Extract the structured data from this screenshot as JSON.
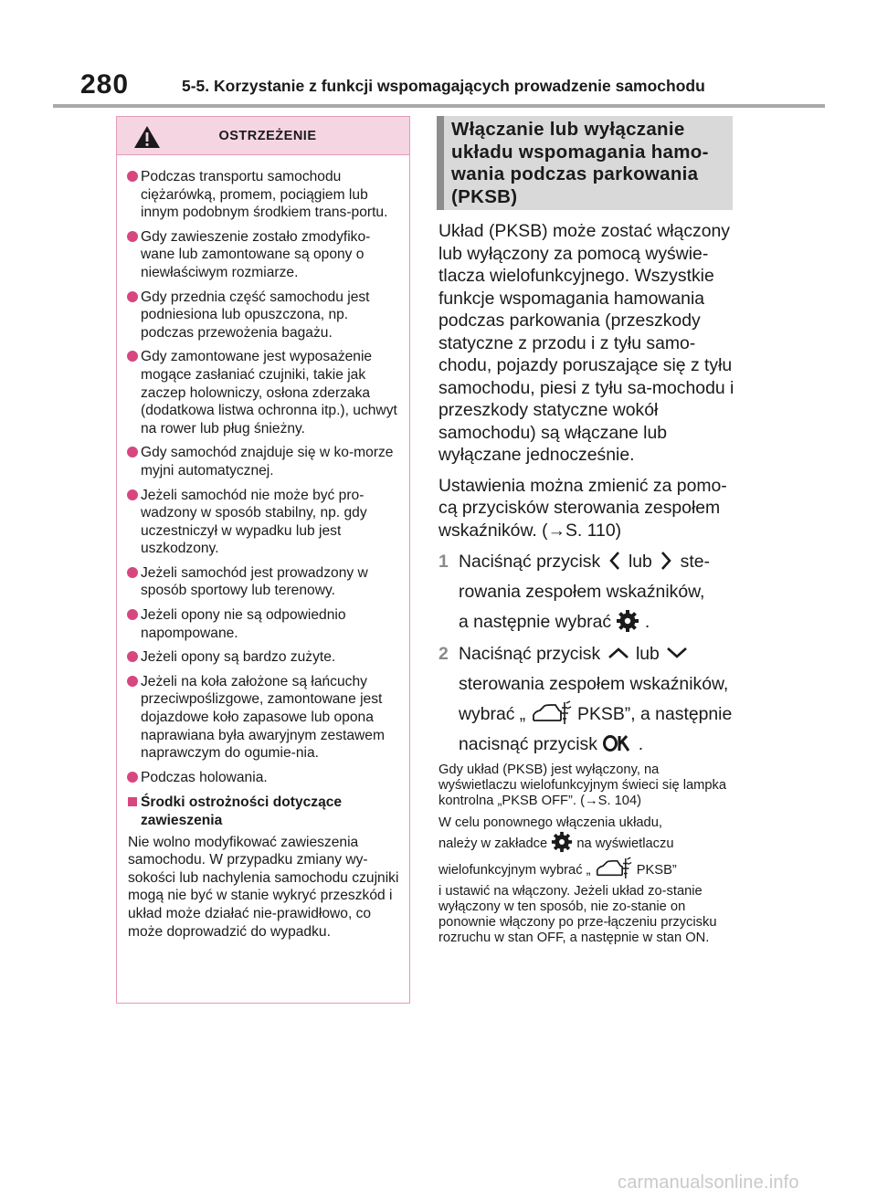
{
  "header": {
    "page_number": "280",
    "section_title": "5-5. Korzystanie z funkcji wspomagających prowadzenie samochodu"
  },
  "warning": {
    "title": "OSTRZEŻENIE",
    "items": [
      "Podczas transportu samochodu ciężarówką, promem, pociągiem lub innym podobnym środkiem trans-portu.",
      "Gdy zawieszenie zostało zmodyfiko-wane lub zamontowane są opony o niewłaściwym rozmiarze.",
      "Gdy przednia część samochodu jest podniesiona lub opuszczona, np. podczas przewożenia bagażu.",
      "Gdy zamontowane jest wyposażenie mogące zasłaniać czujniki, takie jak zaczep holowniczy, osłona zderzaka (dodatkowa listwa ochronna itp.), uchwyt na rower lub pług śnieżny.",
      "Gdy samochód znajduje się w ko-morze myjni automatycznej.",
      "Jeżeli samochód nie może być pro-wadzony w sposób stabilny, np. gdy uczestniczył w wypadku lub jest uszkodzony.",
      "Jeżeli samochód jest prowadzony w sposób sportowy lub terenowy.",
      "Jeżeli opony nie są odpowiednio napompowane.",
      "Jeżeli opony są bardzo zużyte.",
      "Jeżeli na koła założone są łańcuchy przeciwpoślizgowe, zamontowane jest dojazdowe koło zapasowe lub opona naprawiana była awaryjnym zestawem naprawczym do ogumie-nia.",
      "Podczas holowania."
    ],
    "subheading": "Środki ostrożności dotyczące zawieszenia",
    "paragraph": "Nie wolno modyfikować zawieszenia samochodu. W przypadku zmiany wy-sokości lub nachylenia samochodu czujniki mogą nie być w stanie wykryć przeszkód i układ może działać nie-prawidłowo, co może doprowadzić do wypadku."
  },
  "right": {
    "heading": "Włączanie lub wyłączanie układu wspomagania hamo-wania podczas parkowania (PKSB)",
    "para1": "Układ (PKSB) może zostać włączony lub wyłączony za pomocą wyświe-tlacza wielofunkcyjnego. Wszystkie funkcje wspomagania hamowania podczas parkowania (przeszkody statyczne z przodu i z tyłu samo-chodu, pojazdy poruszające się z tyłu samochodu, piesi z tyłu sa-mochodu i przeszkody statyczne wokół samochodu) są włączane lub wyłączane jednocześnie.",
    "para2": "Ustawienia można zmienić za pomo-cą przycisków sterowania zespołem wskaźników. (→S. 110)",
    "step1": {
      "num": "1",
      "a": "Naciśnąć przycisk",
      "b": "lub",
      "c": "ste-",
      "d": "rowania zespołem wskaźników,",
      "e": "a następnie wybrać",
      "f": "."
    },
    "step2": {
      "num": "2",
      "a": "Naciśnąć przycisk",
      "b": "lub",
      "c": "sterowania zespołem wskaźników,",
      "d": "wybrać „",
      "e": "PKSB”, a następnie",
      "f": "nacisnąć przycisk",
      "g": "."
    },
    "note1": "Gdy układ (PKSB) jest wyłączony, na wyświetlaczu wielofunkcyjnym świeci się lampka kontrolna „PKSB OFF”. (→S. 104)",
    "note2a": "W celu ponownego włączenia układu,",
    "note2b": "należy w zakładce",
    "note2c": "na wyświetlaczu",
    "note2d": "wielofunkcyjnym wybrać „",
    "note2e": "PKSB”",
    "note2f": "i ustawić na włączony. Jeżeli układ zo-stanie wyłączony w ten sposób, nie zo-stanie on ponownie włączony po prze-łączeniu przycisku rozruchu w stan OFF, a następnie w stan ON."
  },
  "watermark": "carmanualsonline.info",
  "icons": [
    "warning-triangle-icon",
    "chevron-left-icon",
    "chevron-right-icon",
    "gear-icon",
    "chevron-up-icon",
    "chevron-down-icon",
    "pksb-car-icon",
    "ok-icon"
  ],
  "colors": {
    "warning_accent": "#d8467f",
    "warning_header_bg": "#f6d5e2",
    "heading_bg": "#d9d9d9",
    "heading_bar": "#8c8c8c"
  }
}
